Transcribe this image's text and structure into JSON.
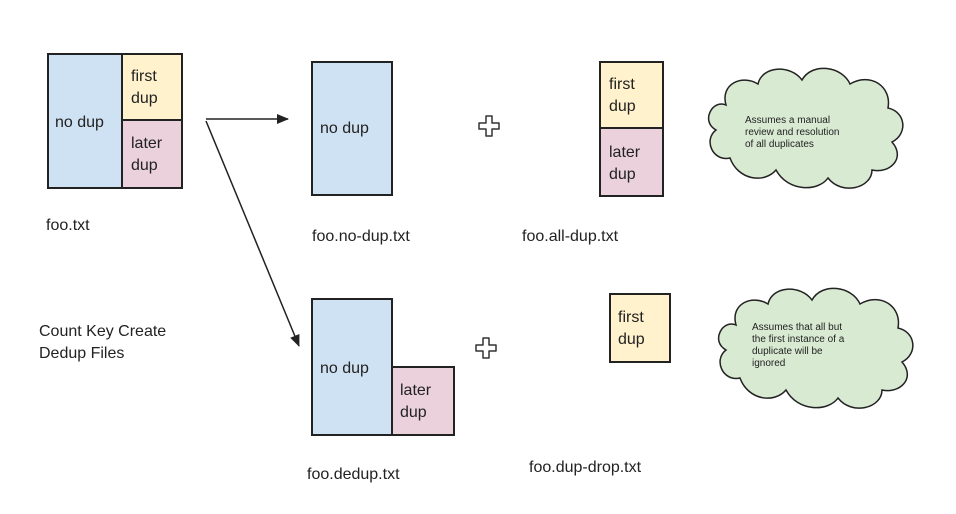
{
  "source": {
    "no_dup": "no dup",
    "first_dup": "first\ndup",
    "later_dup": "later\ndup",
    "caption": "foo.txt"
  },
  "process_label": "Count Key Create\nDedup Files",
  "no_dup_output": {
    "box_label": "no dup",
    "caption": "foo.no-dup.txt"
  },
  "all_dup_output": {
    "first_dup": "first\ndup",
    "later_dup": "later\ndup",
    "caption": "foo.all-dup.txt",
    "note": "Assumes a manual\nreview and resolution\nof all duplicates"
  },
  "dedup_output": {
    "no_dup": "no dup",
    "later_dup": "later\ndup",
    "caption": "foo.dedup.txt"
  },
  "dup_drop_output": {
    "first_dup": "first\ndup",
    "caption": "foo.dup-drop.txt",
    "note": "Assumes that all but\nthe first instance of a\nduplicate will be\nignored"
  },
  "colors": {
    "no_dup_fill": "#cfe2f3",
    "first_dup_fill": "#fff2cc",
    "later_dup_fill": "#ead1dc",
    "note_fill": "#d9ead3",
    "outline": "#222222"
  }
}
